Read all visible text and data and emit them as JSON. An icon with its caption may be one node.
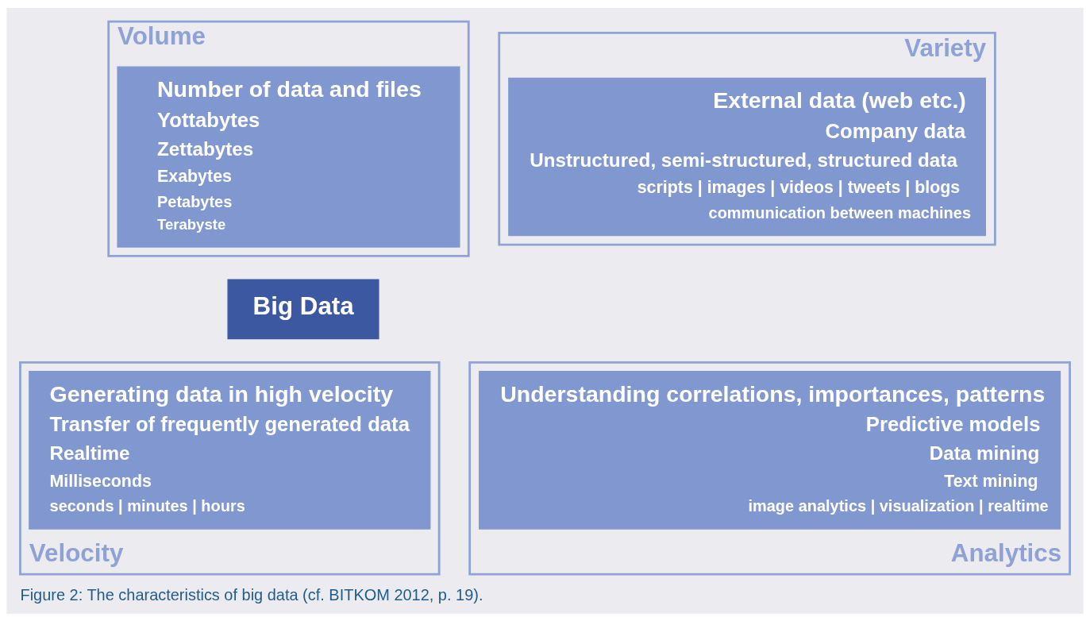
{
  "diagram": {
    "caption": "Figure 2: The characteristics of big data (cf. BITKOM 2012, p. 19).",
    "nodes": [
      {
        "text": [
          "Volume"
        ]
      },
      {
        "text": [
          "Number of data and files",
          "Yottabytes",
          "Zettabytes",
          "Exabytes",
          "Petabytes",
          "Terabyste"
        ],
        "in": 0
      },
      {
        "text": [
          "Variety"
        ]
      },
      {
        "text": [
          "External data (web etc.)",
          "Company data",
          "Unstructured, semi-structured, structured data",
          "scripts | images | videos | tweets | blogs",
          "communication between machines"
        ],
        "in": 2
      },
      {
        "text": [
          "Big Data"
        ]
      },
      {
        "text": [
          "Velocity"
        ]
      },
      {
        "text": [
          "Generating data in high velocity",
          "Transfer of frequently generated data",
          "Realtime",
          "Milliseconds",
          "seconds | minutes | hours"
        ],
        "in": 5
      },
      {
        "text": [
          "Analytics"
        ]
      },
      {
        "text": [
          "Understanding correlations, importances, patterns",
          "Predictive models",
          "Data mining",
          "Text mining",
          "image analytics | visualization | realtime"
        ],
        "in": 7
      }
    ],
    "edges": []
  }
}
